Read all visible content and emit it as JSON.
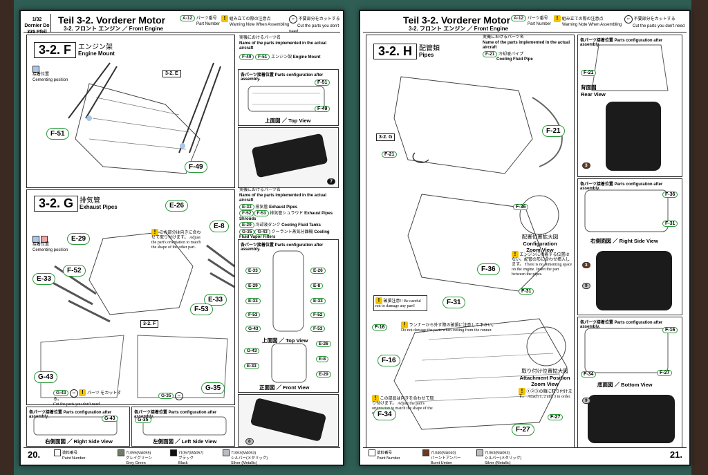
{
  "left": {
    "kit": "1/32 Dornier Do 335 Pfeil",
    "title": "Teil 3-2. Vorderer Motor",
    "subtitle": "3-2. フロント エンジン ／ Front Engine",
    "legend": {
      "part_badge": "A-12",
      "part_jp": "パーツ番号",
      "part_en": "Part Number",
      "warn_jp": "組み立ての際の注意点",
      "warn_en": "Warning Note When Assembling",
      "cut_jp": "不要部分をカットする",
      "cut_en": "Cut the parts you don't need"
    },
    "sec_f": {
      "label": "3-2. F",
      "jp": "エンジン架",
      "en": "Engine Mount",
      "cement_jp": "接着位置",
      "cement_en": "Cementing position",
      "sub": "3-2. E",
      "parts": [
        "F-51",
        "F-49"
      ],
      "actual_jp": "実機におけるパーツ名",
      "actual_en": "Name of the parts implemented in the actual aircraft",
      "actual_list": [
        {
          "badges": [
            "F-49",
            "F-51"
          ],
          "jp": "エンジン架",
          "en": "Engine Mount"
        }
      ],
      "config_jp": "各パーツ接着位置",
      "config_en": "Parts configuration after assembly.",
      "top_view": "上面図 ／ Top View",
      "config_parts": [
        "F-51",
        "F-49"
      ],
      "paint": "7"
    },
    "sec_g": {
      "label": "3-2. G",
      "jp": "排気管",
      "en": "Exhaust Pipes",
      "cement_jp": "接着位置",
      "cement_en": "Cementing position",
      "parts": [
        "E-26",
        "E-8",
        "E-29",
        "F-52",
        "E-33",
        "E-33",
        "F-53",
        "G-43",
        "G-35"
      ],
      "sub": "3-2. F",
      "warn_jp": "この部分は向きに合わせて取り付けます。",
      "warn_en": "Adjust the part's orientation to match the shape of the other part.",
      "cut_g43": "G-43",
      "cut_g35": "G-35",
      "cut_jp": "パーツ をカットする。",
      "cut_en": "Cut the parts you don't need.",
      "actual_jp": "実機におけるパーツ名",
      "actual_en": "Name of the parts implemented in the actual aircraft",
      "actual_list": [
        {
          "badges": [
            "E-33"
          ],
          "jp": "排気管",
          "en": "Exhaust Pipes"
        },
        {
          "badges": [
            "F-52",
            "F-53"
          ],
          "jp": "排気管シュラウド",
          "en": "Exhaust Pipes Shrouds"
        },
        {
          "badges": [
            "E-29"
          ],
          "jp": "冷却液タンク",
          "en": "Cooling Fluid Tanks"
        },
        {
          "badges": [
            "G-35",
            "G-43"
          ],
          "jp": "クーラント蒸気分離機",
          "en": "Cooling Fluid Vapor Filters"
        }
      ],
      "config_jp": "各パーツ接着位置",
      "config_en": "Parts configuration after assembly.",
      "top_view": "上面図 ／ Top View",
      "front_view": "正面図 ／ Front View",
      "config_parts": [
        "E-33",
        "E-29",
        "E-33",
        "F-53",
        "G-43",
        "E-26",
        "E-8",
        "E-33",
        "F-52",
        "F-53",
        "E-26",
        "G-43",
        "E-8",
        "E-33",
        "E-29"
      ],
      "side_config_jp": "各パーツ接着位置",
      "side_config_en": "Parts configuration after assembly.",
      "right_side": "右側面図 ／ Right Side View",
      "left_side": "左側面図 ／ Left Side View",
      "right_parts": [
        "G-43"
      ],
      "left_parts": [
        "G-35"
      ],
      "paint": "8"
    },
    "footer": {
      "page": "20.",
      "paint_jp": "塗料番号",
      "paint_en": "Paint Number",
      "paints": [
        {
          "num": "7",
          "code": "71055(MA055)",
          "jp": "グレイグリーン",
          "en": "Grey Green",
          "color": "#6f7b66"
        },
        {
          "num": "7",
          "code": "71057(MA057)",
          "jp": "ブラック",
          "en": "Black",
          "color": "#111111"
        },
        {
          "num": "8",
          "code": "71063(MA063)",
          "jp": "シルバー(メタリック)",
          "en": "Silver (Metallic)",
          "color": "#b9bdc1"
        }
      ]
    }
  },
  "right": {
    "title": "Teil 3-2. Vorderer Motor",
    "subtitle": "3-2. フロント エンジン ／ Front Engine",
    "legend": {
      "part_badge": "A-12",
      "part_jp": "パーツ番号",
      "part_en": "Part Number",
      "warn_jp": "組み立ての際の注意点",
      "warn_en": "Warning Note When Assembling",
      "cut_jp": "不要部分をカットする",
      "cut_en": "Cut the parts you don't need"
    },
    "sec_h": {
      "label": "3-2. H",
      "jp": "配管類",
      "en": "Pipes",
      "actual_jp": "実機におけるパーツ名",
      "actual_en": "Name of the parts implemented in the actual aircraft",
      "actual_list": [
        {
          "badges": [
            "F-21"
          ],
          "jp": "冷却液パイプ",
          "en": "Cooling Fluid Pipe"
        }
      ],
      "sub": "3-2. G",
      "parts": [
        "F-21",
        "F-21",
        "F-36",
        "F-31",
        "F-16",
        "F-16",
        "F-34",
        "F-27",
        "F-36",
        "F-31",
        "F-27"
      ],
      "config_zoom_jp": "配置位置拡大図",
      "config_zoom_en": "Configuration Zoom View",
      "warn1_jp": "エンジンに接着する位置はない。配管の形に合わせ挿入します。",
      "warn1_en": "There is no cementing space on the engine. Insert the part between the pipes.",
      "careful_jp": "破損注意!!",
      "careful_en": "Be careful not to damage any part!",
      "runner_jp": "ランナーから外す際の破損に注意して下さい。",
      "runner_en": "Do not damage the parts when cutting from the runner.",
      "orient_jp": "この部品は向きを合わせて取り付けます。",
      "orient_en": "Adjust the part's orientation to match the shape of the other part.",
      "attach_zoom_jp": "取り付け位置拡大図",
      "attach_zoom_en": "Attachment Position Zoom View",
      "order_jp": "①②③の順に取り付けます。",
      "order_en": "Attach 1, 2 and 3 in order.",
      "config_jp": "各パーツ接着位置",
      "config_en": "Parts configuration after assembly.",
      "rear_view_jp": "背面図",
      "rear_view_en": "Rear View",
      "rear_parts": [
        "F-21"
      ],
      "right_side": "右側面図 ／ Right Side View",
      "right_parts": [
        "F-36",
        "F-31"
      ],
      "bottom_view": "底面図 ／ Bottom View",
      "bottom_parts": [
        "F-16",
        "F-34",
        "F-27"
      ],
      "paints": [
        "3",
        "3",
        "9",
        "9"
      ]
    },
    "footer": {
      "page": "21.",
      "paint_jp": "塗料番号",
      "paint_en": "Paint Number",
      "paints": [
        {
          "num": "3",
          "code": "71040(MA040)",
          "jp": "バーントアンバー",
          "en": "Burnt Umber",
          "color": "#6b3a1e"
        },
        {
          "num": "9",
          "code": "71063(MA063)",
          "jp": "シルバー(メタリック)",
          "en": "Silver (Metallic)",
          "color": "#b9bdc1"
        }
      ]
    }
  }
}
